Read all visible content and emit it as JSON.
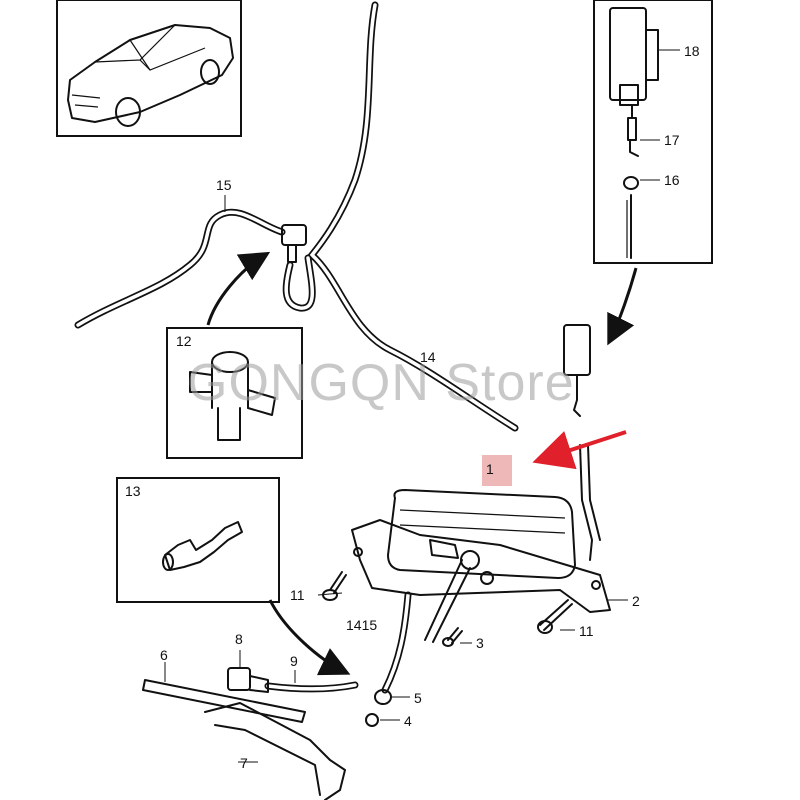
{
  "callouts": {
    "c1": "1",
    "c2": "2",
    "c3": "3",
    "c4": "4",
    "c5": "5",
    "c6": "6",
    "c7": "7",
    "c8": "8",
    "c9": "9",
    "c11a": "11",
    "c11b": "11",
    "c12": "12",
    "c13": "13",
    "c14": "14",
    "c1415": "1415",
    "c15": "15",
    "c16": "16",
    "c17": "17",
    "c18": "18"
  },
  "watermark": "GONGQN  Store",
  "colors": {
    "arrow_red": "#e0202a",
    "highlight": "#e8a0a0",
    "watermark": "#9a9a9a"
  }
}
